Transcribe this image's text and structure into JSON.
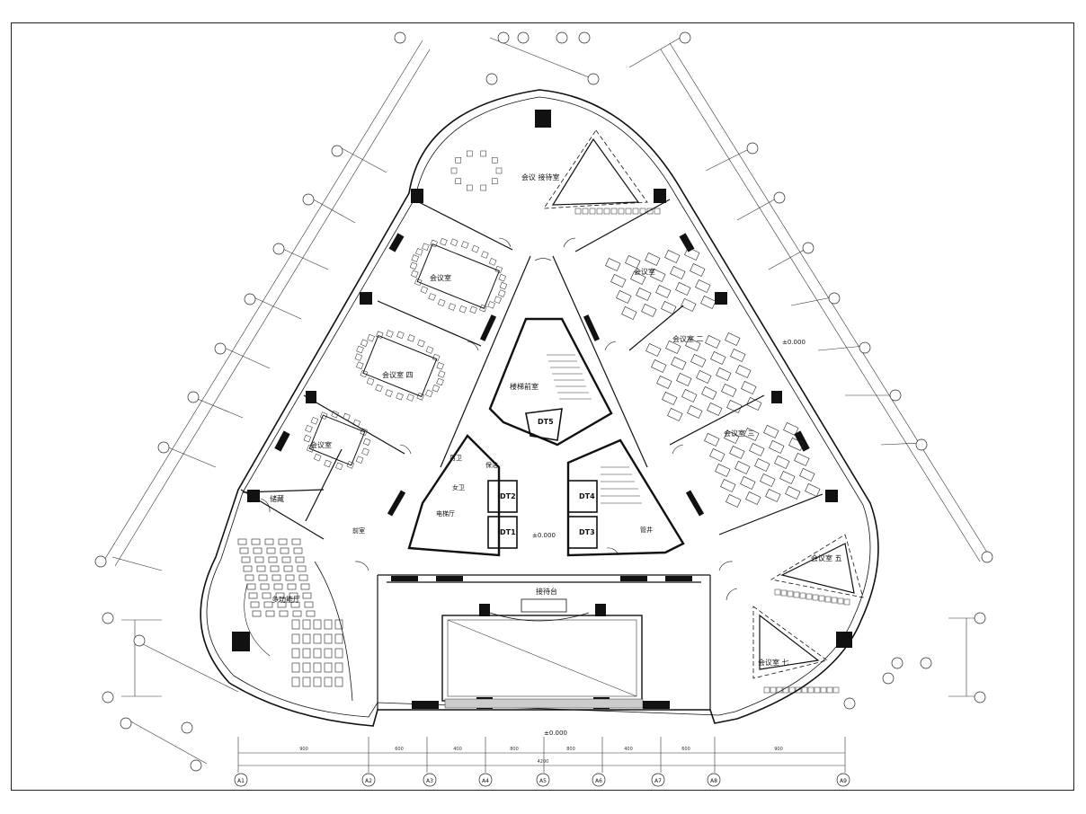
{
  "title_area": {
    "lobby_label": "接待台"
  },
  "rooms": {
    "vip_reception": "会议 接待室",
    "meeting_1": "会议室",
    "meeting_2": "会议室 四",
    "meeting_3": "会议室",
    "office_open_top": "会议室",
    "office_open_mid": "会议室 二",
    "office_open_low": "会议室 三",
    "small_meeting_left": "会议室",
    "lecture_hall": "多功能厅",
    "utility": "储藏",
    "small_meeting_right": "会议室 五",
    "small_meeting_right2": "会议室 七",
    "stair_core": "楼梯前室",
    "wc_m": "男卫",
    "wc_f": "女卫",
    "clean": "保洁",
    "elev_hall": "电梯厅",
    "pipe": "管井",
    "anteroom": "前室"
  },
  "elevators": [
    "DT1",
    "DT2",
    "DT3",
    "DT4",
    "DT5"
  ],
  "levels": {
    "core": "±0.000",
    "main": "±0.000",
    "right": "±0.000",
    "bottom": "±0.000"
  },
  "axis_bottom": [
    "A1",
    "A2",
    "A3",
    "A4",
    "A5",
    "A6",
    "A7",
    "A8",
    "A9"
  ],
  "axis_bottom_dims": [
    "900",
    "600",
    "400",
    "800",
    "800",
    "400",
    "600",
    "900"
  ],
  "axis_bottom_total": "4200"
}
